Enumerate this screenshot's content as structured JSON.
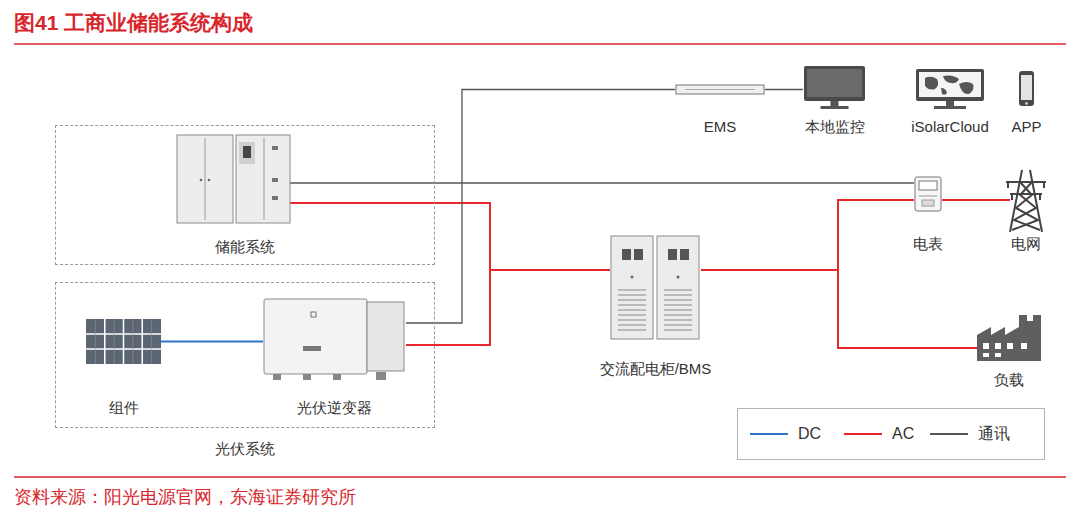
{
  "diagram": {
    "title": "图41 工商业储能系统构成",
    "caption": "资料来源：阳光电源官网，东海证券研究所",
    "nodes": [
      {
        "text": [
          "储能系统"
        ]
      },
      {
        "text": [
          "光伏系统"
        ]
      },
      {
        "text": [
          "组件"
        ],
        "in": 1
      },
      {
        "text": [
          "光伏逆变器"
        ],
        "in": 1
      },
      {
        "text": [
          "EMS"
        ]
      },
      {
        "text": [
          "本地监控"
        ]
      },
      {
        "text": [
          "iSolarCloud"
        ]
      },
      {
        "text": [
          "APP"
        ]
      },
      {
        "text": [
          "交流配电柜/BMS"
        ]
      },
      {
        "text": [
          "电表"
        ]
      },
      {
        "text": [
          "电网"
        ]
      },
      {
        "text": [
          "负载"
        ]
      }
    ],
    "edges": [
      {
        "from": 2,
        "to": 3,
        "arrow": "none"
      },
      {
        "from": 3,
        "to": 8,
        "arrow": "none"
      },
      {
        "from": 0,
        "to": 8,
        "arrow": "none"
      },
      {
        "from": 8,
        "to": 9,
        "arrow": "none"
      },
      {
        "from": 9,
        "to": 10,
        "arrow": "none"
      },
      {
        "from": 8,
        "to": 11,
        "arrow": "none"
      },
      {
        "from": 3,
        "to": 4,
        "arrow": "none"
      },
      {
        "from": 4,
        "to": 5,
        "arrow": "none"
      },
      {
        "from": 0,
        "to": 9,
        "arrow": "none"
      }
    ],
    "legend": [
      {
        "text": "DC",
        "color": "#2e75c6"
      },
      {
        "text": "AC",
        "color": "#e8262c"
      },
      {
        "text": "通讯",
        "color": "#555555"
      }
    ]
  }
}
